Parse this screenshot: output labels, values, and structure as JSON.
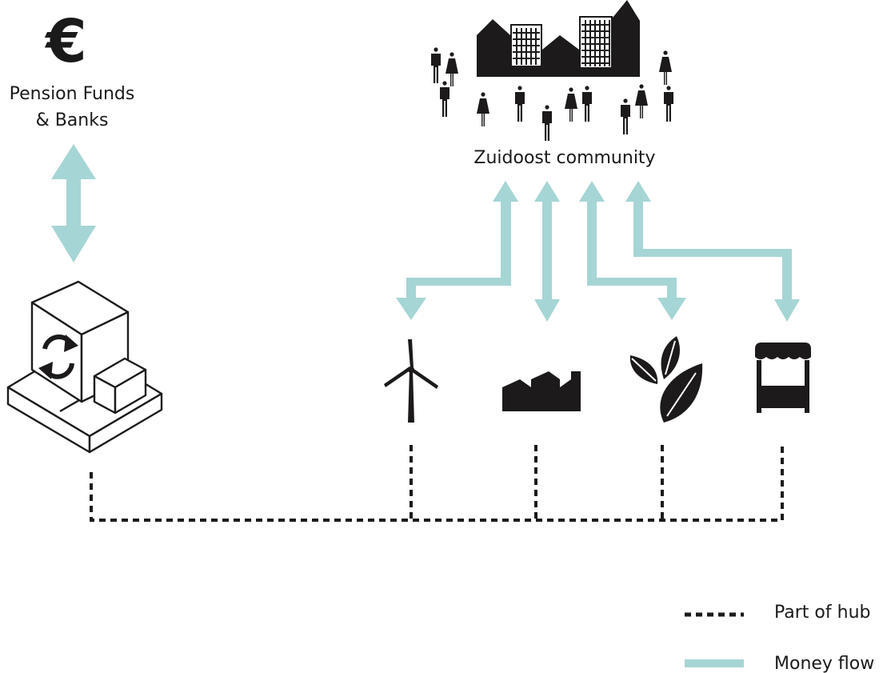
{
  "diagram": {
    "currency_symbol": "€",
    "funds_label_line1": "Pension Funds",
    "funds_label_line2": "& Banks",
    "community_label": "Zuidoost community",
    "legend": [
      {
        "label": "Part of hub",
        "style": "dotted"
      },
      {
        "label": "Money flow",
        "style": "solid"
      }
    ],
    "nodes": [
      {
        "icon": "wind-turbine-icon"
      },
      {
        "icon": "factory-icon"
      },
      {
        "icon": "leaves-icon"
      },
      {
        "icon": "market-stall-icon"
      }
    ],
    "hub_icon": "hub-building-icon",
    "colors": {
      "money_flow": "#a6d5d5",
      "ink": "#1c1a1b"
    }
  }
}
